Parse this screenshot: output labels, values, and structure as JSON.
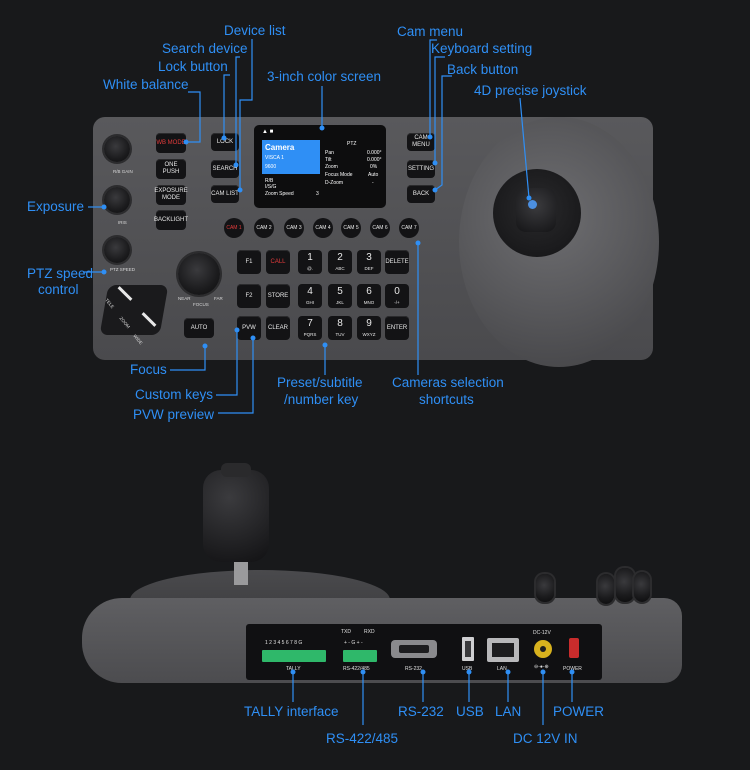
{
  "callouts": {
    "device_list": "Device list",
    "search_device": "Search device",
    "lock_button": "Lock button",
    "white_balance": "White balance",
    "color_screen": "3-inch color screen",
    "cam_menu": "Cam menu",
    "keyboard_setting": "Keyboard setting",
    "back_button": "Back button",
    "joystick": "4D precise joystick",
    "exposure": "Exposure",
    "ptz_speed_line1": "PTZ speed",
    "ptz_speed_line2": "control",
    "focus": "Focus",
    "custom_keys": "Custom keys",
    "pvw_preview": "PVW preview",
    "preset_line1": "Preset/subtitle",
    "preset_line2": "/number key",
    "cameras_line1": "Cameras selection",
    "cameras_line2": "shortcuts",
    "tally_interface": "TALLY interface",
    "rs232": "RS-232",
    "usb": "USB",
    "lan": "LAN",
    "power": "POWER",
    "rs422": "RS-422/485",
    "dc_in": "DC 12V IN"
  },
  "keys": {
    "wb_mode": "WB MODE",
    "one_push": "ONE PUSH",
    "exposure_mode": "EXPOSURE MODE",
    "backlight": "BACKLIGHT",
    "lock": "LOCK",
    "search": "SEARCH",
    "cam_list": "CAM LIST",
    "cam_menu": "CAM MENU",
    "setting": "SETTING",
    "back": "BACK",
    "auto": "AUTO",
    "f1": "F1",
    "f2": "F2",
    "pvw": "PVW",
    "call": "CALL",
    "store": "STORE",
    "clear": "CLEAR",
    "delete": "DELETE",
    "enter": "ENTER"
  },
  "knob_labels": {
    "rb_gain": "R/B GAIN",
    "iris": "IRIS",
    "ptz_speed": "PTZ SPEED",
    "focus": "FOCUS",
    "near": "NEAR",
    "far": "FAR",
    "tele": "TELE",
    "zoom": "ZOOM",
    "wide": "WIDE"
  },
  "cams": [
    "CAM 1",
    "CAM 2",
    "CAM 3",
    "CAM 4",
    "CAM 5",
    "CAM 6",
    "CAM 7"
  ],
  "numpad": [
    {
      "n": "1",
      "s": "@."
    },
    {
      "n": "2",
      "s": "ABC"
    },
    {
      "n": "3",
      "s": "DEF"
    },
    {
      "n": "4",
      "s": "GHI"
    },
    {
      "n": "5",
      "s": "JKL"
    },
    {
      "n": "6",
      "s": "MNO"
    },
    {
      "n": "7",
      "s": "PQRS"
    },
    {
      "n": "8",
      "s": "TUV"
    },
    {
      "n": "9",
      "s": "WXYZ"
    },
    {
      "n": "0",
      "s": "-/+"
    }
  ],
  "screen": {
    "title": "Camera",
    "protocol": "VISCA 1",
    "baud": "9600",
    "header_right": "PTZ",
    "rows_left": [
      "R/B",
      "I/S/G",
      "Zoom Speed"
    ],
    "zoom_speed_val": "3",
    "rows_right": [
      {
        "k": "Pan",
        "v": "0.000°"
      },
      {
        "k": "Tilt",
        "v": "0.000°"
      },
      {
        "k": "Zoom",
        "v": "0%"
      },
      {
        "k": "Focus Mode",
        "v": "Auto"
      },
      {
        "k": "D-Zoom",
        "v": "-"
      }
    ]
  },
  "rear": {
    "tally_numbers": "1 2 3 4 5 6 7 8 G",
    "tally_label": "TALLY",
    "txd": "TXD",
    "rxd": "RXD",
    "rs422_pins": "+ - G + -",
    "rs422_label": "RS-422/485",
    "rs232_label": "RS-232",
    "usb_label": "USB",
    "lan_label": "LAN",
    "dc_label": "DC-12V",
    "power_label": "POWER"
  },
  "colors": {
    "background": "#18191b",
    "callout": "#2f8ff5",
    "device_body": "#555558",
    "key": "#131315",
    "call_red": "#e23b3b",
    "terminal_green": "#2fb86a",
    "dc_yellow": "#d8b21e",
    "power_red": "#c92c2c"
  }
}
